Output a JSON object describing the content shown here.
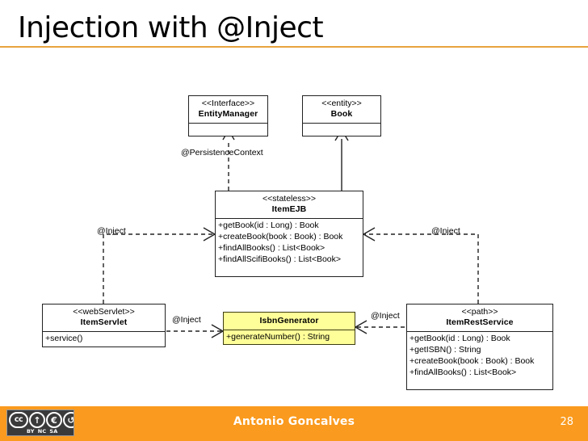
{
  "slide": {
    "title": "Injection with @Inject",
    "accent_color": "#e8a33d"
  },
  "footer": {
    "author": "Antonio Goncalves",
    "page_number": "28",
    "background_color": "#fa9a1e",
    "license": {
      "badge": "cc",
      "marks": [
        "BY",
        "NC",
        "SA"
      ],
      "glyph_by": "↑",
      "glyph_nc": "€",
      "glyph_sa": "↺"
    }
  },
  "diagram": {
    "type": "uml-class-diagram",
    "classes": [
      {
        "id": "entity-manager",
        "stereotype": "<<Interface>>",
        "name": "EntityManager",
        "members": [],
        "highlight": false
      },
      {
        "id": "book",
        "stereotype": "<<entity>>",
        "name": "Book",
        "members": [],
        "highlight": false
      },
      {
        "id": "item-ejb",
        "stereotype": "<<stateless>>",
        "name": "ItemEJB",
        "members": [
          "+getBook(id : Long) : Book",
          "+createBook(book : Book) : Book",
          "+findAllBooks() : List<Book>",
          "+findAllScifiBooks() : List<Book>"
        ],
        "highlight": false
      },
      {
        "id": "item-servlet",
        "stereotype": "<<webServlet>>",
        "name": "ItemServlet",
        "members": [
          "+service()"
        ],
        "highlight": false
      },
      {
        "id": "isbn-generator",
        "stereotype": "",
        "name": "IsbnGenerator",
        "members": [
          "+generateNumber() : String"
        ],
        "highlight": true,
        "highlight_color": "#ffff99"
      },
      {
        "id": "item-rest-service",
        "stereotype": "<<path>>",
        "name": "ItemRestService",
        "members": [
          "+getBook(id : Long) : Book",
          "+getISBN() : String",
          "+createBook(book : Book) : Book",
          "+findAllBooks() : List<Book>"
        ],
        "highlight": false
      }
    ],
    "edges": [
      {
        "id": "ejb-to-entitymanager",
        "label": "@PersistenceContext",
        "from": "item-ejb",
        "to": "entity-manager",
        "style": "dashed"
      },
      {
        "id": "ejb-to-book",
        "label": "",
        "from": "item-ejb",
        "to": "book",
        "style": "solid"
      },
      {
        "id": "servlet-to-ejb",
        "label": "@Inject",
        "from": "item-servlet",
        "to": "item-ejb",
        "style": "dashed"
      },
      {
        "id": "rest-to-ejb",
        "label": "@Inject",
        "from": "item-rest-service",
        "to": "item-ejb",
        "style": "dashed"
      },
      {
        "id": "servlet-to-isbn",
        "label": "@Inject",
        "from": "item-servlet",
        "to": "isbn-generator",
        "style": "dashed"
      },
      {
        "id": "rest-to-isbn",
        "label": "@Inject",
        "from": "item-rest-service",
        "to": "isbn-generator",
        "style": "dashed"
      }
    ]
  }
}
